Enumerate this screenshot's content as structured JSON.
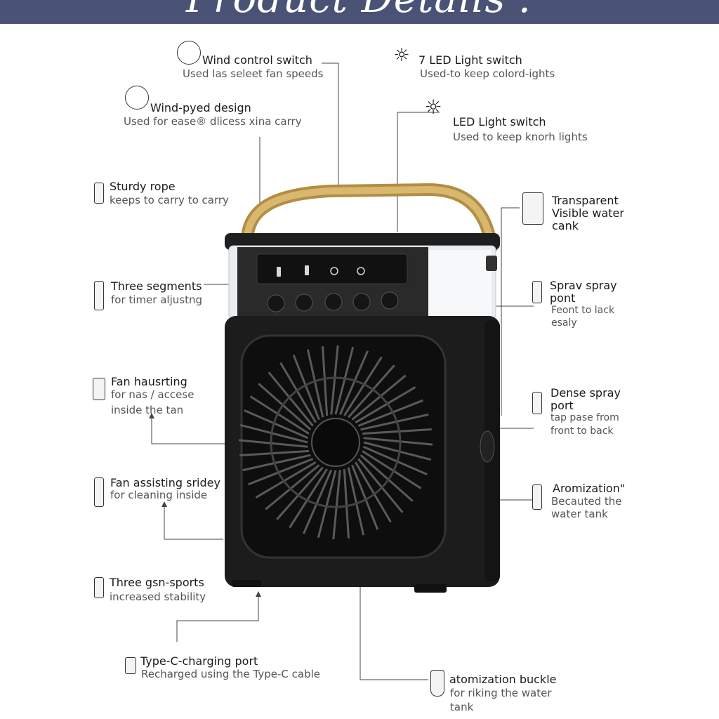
{
  "header": {
    "title": "Product Details :"
  },
  "callouts": {
    "wind_control": {
      "title": "Wind control switch",
      "desc": "Used las seleet fan speeds",
      "icon": "dial-icon"
    },
    "led7": {
      "title": "7 LED Light switch",
      "desc": "Used-to keep colord-ights",
      "icon": "bulb-icon"
    },
    "led": {
      "title": "LED Light switch",
      "desc": "Used to keep knorh lights",
      "icon": "sun-icon"
    },
    "wind_pyed": {
      "title": "Wind-pyed design",
      "desc": "Used for ease® dlicess xina carry",
      "icon": "carry-icon"
    },
    "rope": {
      "title": "Sturdy rope",
      "desc": "keeps to carry to carry",
      "icon": "rope-icon"
    },
    "tank": {
      "title": "Transparent",
      "title2": "Visible water",
      "title3": "cank",
      "icon": "tank-icon"
    },
    "timer": {
      "title": "Three segments",
      "desc": "for timer aljustng",
      "icon": "timer-icon"
    },
    "spray": {
      "title": "Sprav spray",
      "title2": "pont",
      "desc": "Feont to lack",
      "desc2": "esaly",
      "icon": "spray-icon"
    },
    "housing": {
      "title": "Fan hausrting",
      "desc": "for nas / accese",
      "desc2": "inside the tan",
      "icon": "housing-icon"
    },
    "dense": {
      "title": "Dense spray",
      "title2": "port",
      "desc": "tap pase from",
      "desc2": "front to back",
      "icon": "dense-spray-icon"
    },
    "assist": {
      "title": "Fan assisting sridey",
      "desc": "for cleaning inside",
      "icon": "slide-icon"
    },
    "aroma": {
      "title": "Aromization\"",
      "desc": "Becauted the",
      "desc2": "water tank",
      "icon": "aroma-icon"
    },
    "stability": {
      "title": "Three gsn-sports",
      "desc": "increased stability",
      "icon": "feet-icon"
    },
    "typec": {
      "title": "Type-C-charging port",
      "desc": "Recharged using the Type-C cable",
      "icon": "usb-icon"
    },
    "buckle": {
      "title": "atomization buckle",
      "desc": "for riking the water",
      "desc2": "tank",
      "icon": "buckle-icon"
    }
  },
  "colors": {
    "banner": "#4a5276",
    "body": "#1c1c1c",
    "handle": "#c9a65a",
    "tank": "#eef1f3",
    "panel": "#2b2b2b"
  }
}
